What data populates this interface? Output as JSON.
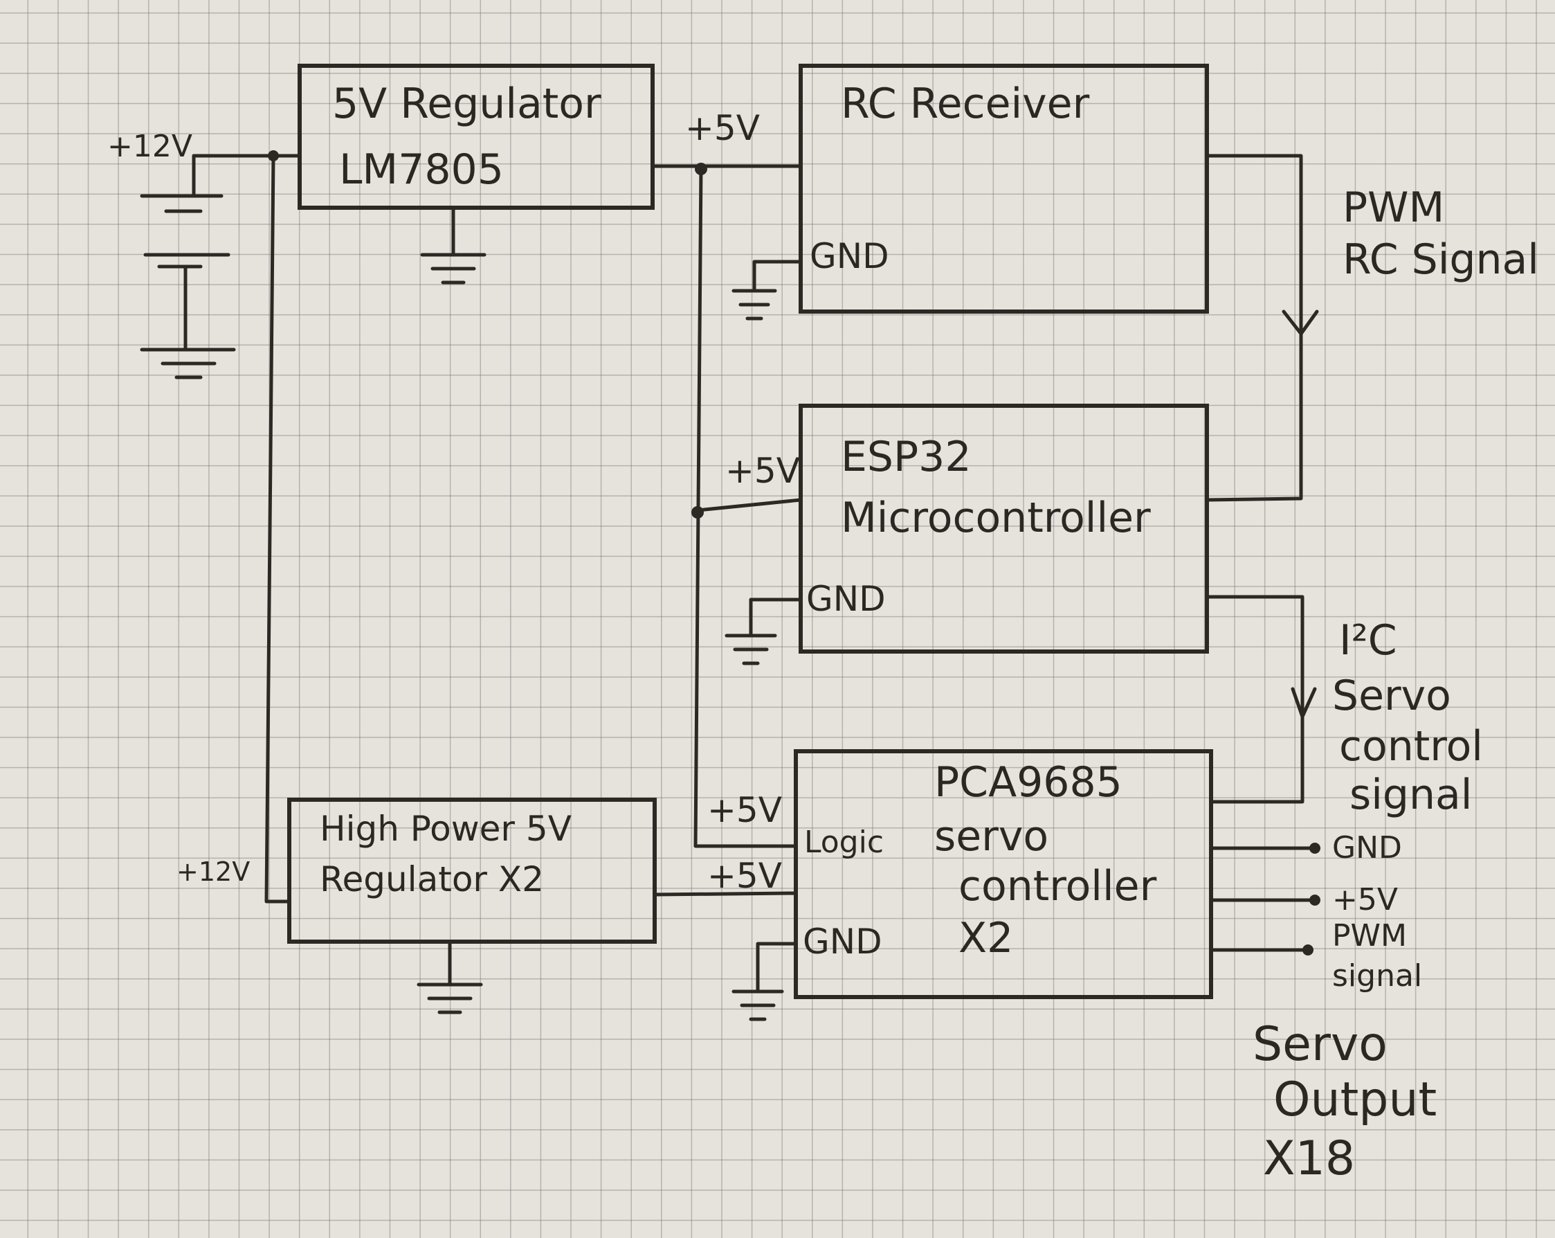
{
  "blocks": {
    "regulator_5v": {
      "line1": "5V Regulator",
      "line2": "LM7805"
    },
    "rc_receiver": {
      "title": "RC Receiver",
      "gnd": "GND"
    },
    "esp32": {
      "line1": "ESP32",
      "line2": "Microcontroller",
      "supply": "+5V",
      "gnd": "GND"
    },
    "pca9685": {
      "line1": "PCA9685",
      "line2": "servo",
      "line3": "controller",
      "line4": "X2",
      "logic": "Logic",
      "supply_logic": "+5V",
      "supply_power": "+5V",
      "gnd": "GND"
    },
    "high_power_regulator": {
      "line1": "High Power 5V",
      "line2": "Regulator X2",
      "input": "+12V"
    }
  },
  "supply": {
    "battery_label": "+12V",
    "rail_label": "+5V"
  },
  "signals": {
    "pwm": {
      "line1": "PWM",
      "line2": "RC Signal"
    },
    "i2c": {
      "line1": "I²C",
      "line2": "Servo",
      "line3": "control",
      "line4": "signal"
    }
  },
  "servo_output": {
    "pins": [
      "GND",
      "+5V",
      "PWM signal"
    ],
    "pwm_line1": "PWM",
    "pwm_line2": "signal",
    "line1": "Servo",
    "line2": "Output",
    "line3": "X18"
  }
}
